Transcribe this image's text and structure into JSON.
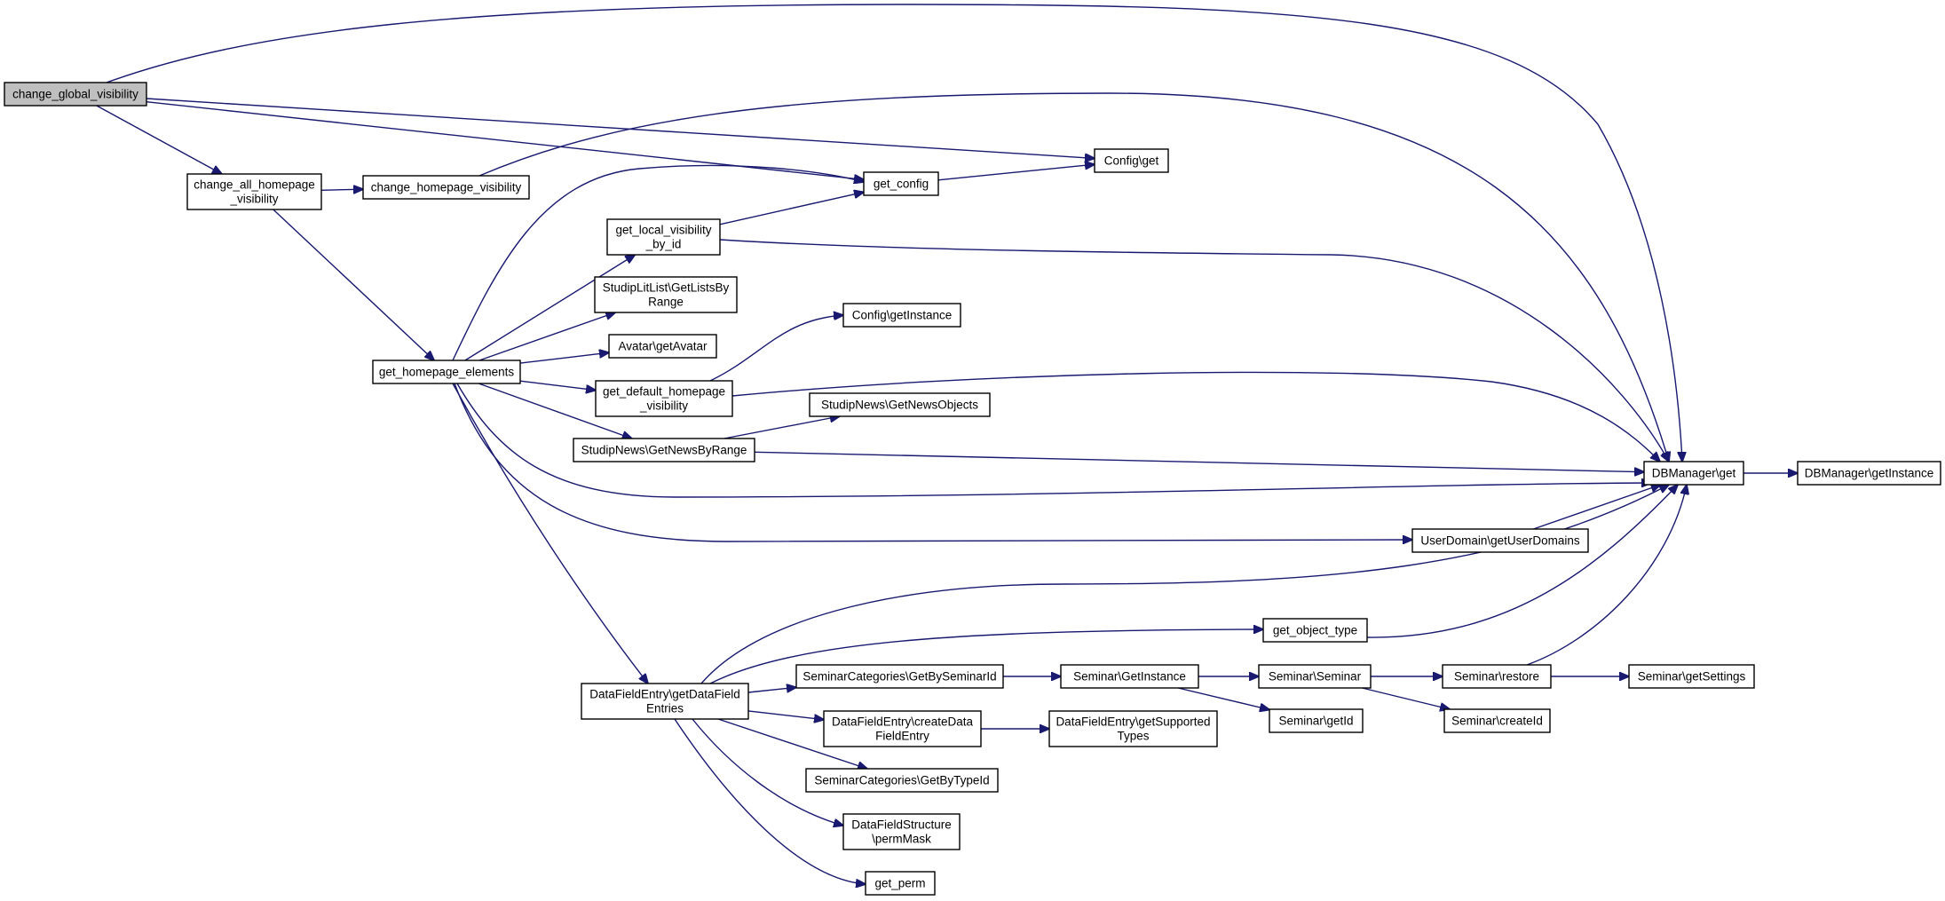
{
  "graph": {
    "nodes": [
      {
        "id": "change_global_visibility",
        "lines": [
          "change_global_visibility"
        ],
        "root": true
      },
      {
        "id": "change_all_homepage_visibility",
        "lines": [
          "change_all_homepage",
          "_visibility"
        ]
      },
      {
        "id": "change_homepage_visibility",
        "lines": [
          "change_homepage_visibility"
        ]
      },
      {
        "id": "get_homepage_elements",
        "lines": [
          "get_homepage_elements"
        ]
      },
      {
        "id": "get_config",
        "lines": [
          "get_config"
        ]
      },
      {
        "id": "config_get",
        "lines": [
          "Config\\get"
        ]
      },
      {
        "id": "get_local_visibility_by_id",
        "lines": [
          "get_local_visibility",
          "_by_id"
        ]
      },
      {
        "id": "studiplitlist_getlistsbyrange",
        "lines": [
          "StudipLitList\\GetListsBy",
          "Range"
        ]
      },
      {
        "id": "avatar_getavatar",
        "lines": [
          "Avatar\\getAvatar"
        ]
      },
      {
        "id": "get_default_homepage_visibility",
        "lines": [
          "get_default_homepage",
          "_visibility"
        ]
      },
      {
        "id": "config_getinstance",
        "lines": [
          "Config\\getInstance"
        ]
      },
      {
        "id": "studipnews_getnewsobjects",
        "lines": [
          "StudipNews\\GetNewsObjects"
        ]
      },
      {
        "id": "studipnews_getnewsbyrange",
        "lines": [
          "StudipNews\\GetNewsByRange"
        ]
      },
      {
        "id": "dbmanager_get",
        "lines": [
          "DBManager\\get"
        ]
      },
      {
        "id": "dbmanager_getinstance",
        "lines": [
          "DBManager\\getInstance"
        ]
      },
      {
        "id": "userdomain_getuserdomains",
        "lines": [
          "UserDomain\\getUserDomains"
        ]
      },
      {
        "id": "get_object_type",
        "lines": [
          "get_object_type"
        ]
      },
      {
        "id": "datafieldentry_getdatafieldentries",
        "lines": [
          "DataFieldEntry\\getDataField",
          "Entries"
        ]
      },
      {
        "id": "seminarcategories_getbyseminarid",
        "lines": [
          "SeminarCategories\\GetBySeminarId"
        ]
      },
      {
        "id": "seminar_getinstance",
        "lines": [
          "Seminar\\GetInstance"
        ]
      },
      {
        "id": "seminar_seminar",
        "lines": [
          "Seminar\\Seminar"
        ]
      },
      {
        "id": "seminar_restore",
        "lines": [
          "Seminar\\restore"
        ]
      },
      {
        "id": "seminar_getsettings",
        "lines": [
          "Seminar\\getSettings"
        ]
      },
      {
        "id": "seminar_getid",
        "lines": [
          "Seminar\\getId"
        ]
      },
      {
        "id": "seminar_createid",
        "lines": [
          "Seminar\\createId"
        ]
      },
      {
        "id": "datafieldentry_createdatafieldentry",
        "lines": [
          "DataFieldEntry\\createData",
          "FieldEntry"
        ]
      },
      {
        "id": "datafieldentry_getsupportedtypes",
        "lines": [
          "DataFieldEntry\\getSupported",
          "Types"
        ]
      },
      {
        "id": "seminarcategories_getbytypeid",
        "lines": [
          "SeminarCategories\\GetByTypeId"
        ]
      },
      {
        "id": "datafieldstructure_permmask",
        "lines": [
          "DataFieldStructure",
          "\\permMask"
        ]
      },
      {
        "id": "get_perm",
        "lines": [
          "get_perm"
        ]
      }
    ],
    "edges": [
      [
        "change_global_visibility",
        "dbmanager_get"
      ],
      [
        "change_global_visibility",
        "config_get"
      ],
      [
        "change_global_visibility",
        "get_config"
      ],
      [
        "change_global_visibility",
        "change_all_homepage_visibility"
      ],
      [
        "change_all_homepage_visibility",
        "change_homepage_visibility"
      ],
      [
        "change_all_homepage_visibility",
        "get_homepage_elements"
      ],
      [
        "change_homepage_visibility",
        "dbmanager_get"
      ],
      [
        "get_homepage_elements",
        "get_config"
      ],
      [
        "get_homepage_elements",
        "get_local_visibility_by_id"
      ],
      [
        "get_homepage_elements",
        "studiplitlist_getlistsbyrange"
      ],
      [
        "get_homepage_elements",
        "avatar_getavatar"
      ],
      [
        "get_homepage_elements",
        "get_default_homepage_visibility"
      ],
      [
        "get_homepage_elements",
        "studipnews_getnewsbyrange"
      ],
      [
        "get_homepage_elements",
        "dbmanager_get"
      ],
      [
        "get_homepage_elements",
        "userdomain_getuserdomains"
      ],
      [
        "get_homepage_elements",
        "datafieldentry_getdatafieldentries"
      ],
      [
        "get_config",
        "config_get"
      ],
      [
        "get_local_visibility_by_id",
        "get_config"
      ],
      [
        "get_local_visibility_by_id",
        "dbmanager_get"
      ],
      [
        "get_default_homepage_visibility",
        "config_getinstance"
      ],
      [
        "get_default_homepage_visibility",
        "dbmanager_get"
      ],
      [
        "studipnews_getnewsbyrange",
        "studipnews_getnewsobjects"
      ],
      [
        "studipnews_getnewsbyrange",
        "dbmanager_get"
      ],
      [
        "dbmanager_get",
        "dbmanager_getinstance"
      ],
      [
        "userdomain_getuserdomains",
        "dbmanager_get"
      ],
      [
        "datafieldentry_getdatafieldentries",
        "dbmanager_get"
      ],
      [
        "datafieldentry_getdatafieldentries",
        "get_object_type"
      ],
      [
        "datafieldentry_getdatafieldentries",
        "seminarcategories_getbyseminarid"
      ],
      [
        "datafieldentry_getdatafieldentries",
        "datafieldentry_createdatafieldentry"
      ],
      [
        "datafieldentry_getdatafieldentries",
        "seminarcategories_getbytypeid"
      ],
      [
        "datafieldentry_getdatafieldentries",
        "datafieldstructure_permmask"
      ],
      [
        "datafieldentry_getdatafieldentries",
        "get_perm"
      ],
      [
        "get_object_type",
        "dbmanager_get"
      ],
      [
        "seminarcategories_getbyseminarid",
        "seminar_getinstance"
      ],
      [
        "seminar_getinstance",
        "seminar_seminar"
      ],
      [
        "seminar_getinstance",
        "seminar_getid"
      ],
      [
        "seminar_seminar",
        "seminar_restore"
      ],
      [
        "seminar_seminar",
        "seminar_createid"
      ],
      [
        "seminar_restore",
        "seminar_getsettings"
      ],
      [
        "seminar_restore",
        "dbmanager_get"
      ],
      [
        "datafieldentry_createdatafieldentry",
        "datafieldentry_getsupportedtypes"
      ]
    ]
  }
}
